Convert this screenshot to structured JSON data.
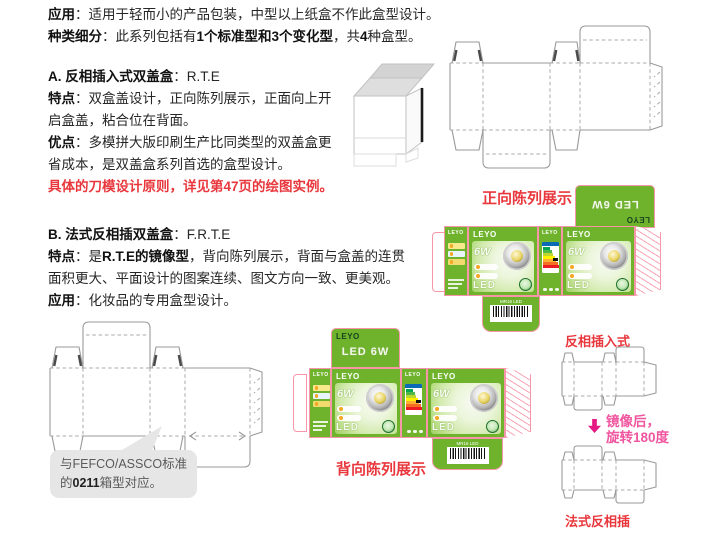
{
  "intro": {
    "line1_label": "应用",
    "line1_text": "：适用于轻而小的产品包装，中型以上纸盒不作此盒型设计。",
    "line2_label": "种类细分",
    "line2_pre": "：此系列包括有",
    "line2_bold": "1个标准型和3个变化型",
    "line2_mid": "，共",
    "line2_num": "4",
    "line2_end": "种盒型。"
  },
  "section_a": {
    "title": "A. 反相插入式双盖盒",
    "title_code": "：R.T.E",
    "feature_label": "特点",
    "feature_line1": "：双盒盖设计，正向陈列展示，正面向上开",
    "feature_line2": "启盒盖，粘合位在背面。",
    "advantage_label": "优点",
    "advantage_line1": "：多模拼大版印刷生产比同类型的双盖盒更",
    "advantage_line2": "省成本，是双盖盒系列首选的盒型设计。",
    "note_red": "具体的刀模设计原则，详见第47页的绘图实例。"
  },
  "section_b": {
    "title": "B. 法式反相插双盖盒",
    "title_code": "：F.R.T.E",
    "feature_label": "特点",
    "feature_pre": "：是",
    "feature_bold": "R.T.E的镜像型",
    "feature_post": "，背向陈列展示，背面与盒盖的连贯",
    "feature_line2": "面积更大、平面设计的图案连续、图文方向一致、更美观。",
    "application_label": "应用",
    "application_text": "：化妆品的专用盒型设计。"
  },
  "labels": {
    "front_display": "正向陈列展示",
    "back_display": "背向陈列展示",
    "reverse_tuck": "反相插入式",
    "mirror_line1": "镜像后，",
    "mirror_line2": "旋转180度",
    "french_reverse": "法式反相插"
  },
  "callout": {
    "line1": "与FEFCO/ASSCO标准",
    "line2_pre": "的",
    "line2_bold": "0211",
    "line2_post": "箱型对应。"
  },
  "packaging": {
    "brand": "LEYO",
    "wattage": "6W",
    "led": "LED",
    "lid_text": "LED 6W",
    "barcode_model": "MR16 LED"
  },
  "colors": {
    "accent_red": "#e8383d",
    "accent_pink": "#f0569f",
    "arrow_magenta": "#e61a85",
    "packaging_green": "#6fb32d",
    "dieline_pink": "#f696a8",
    "bubble_gray": "#e6e6e6",
    "energy_scale": [
      "#00a651",
      "#50b848",
      "#bed630",
      "#fff200",
      "#fbb034",
      "#f36f21",
      "#ed1c24"
    ]
  }
}
